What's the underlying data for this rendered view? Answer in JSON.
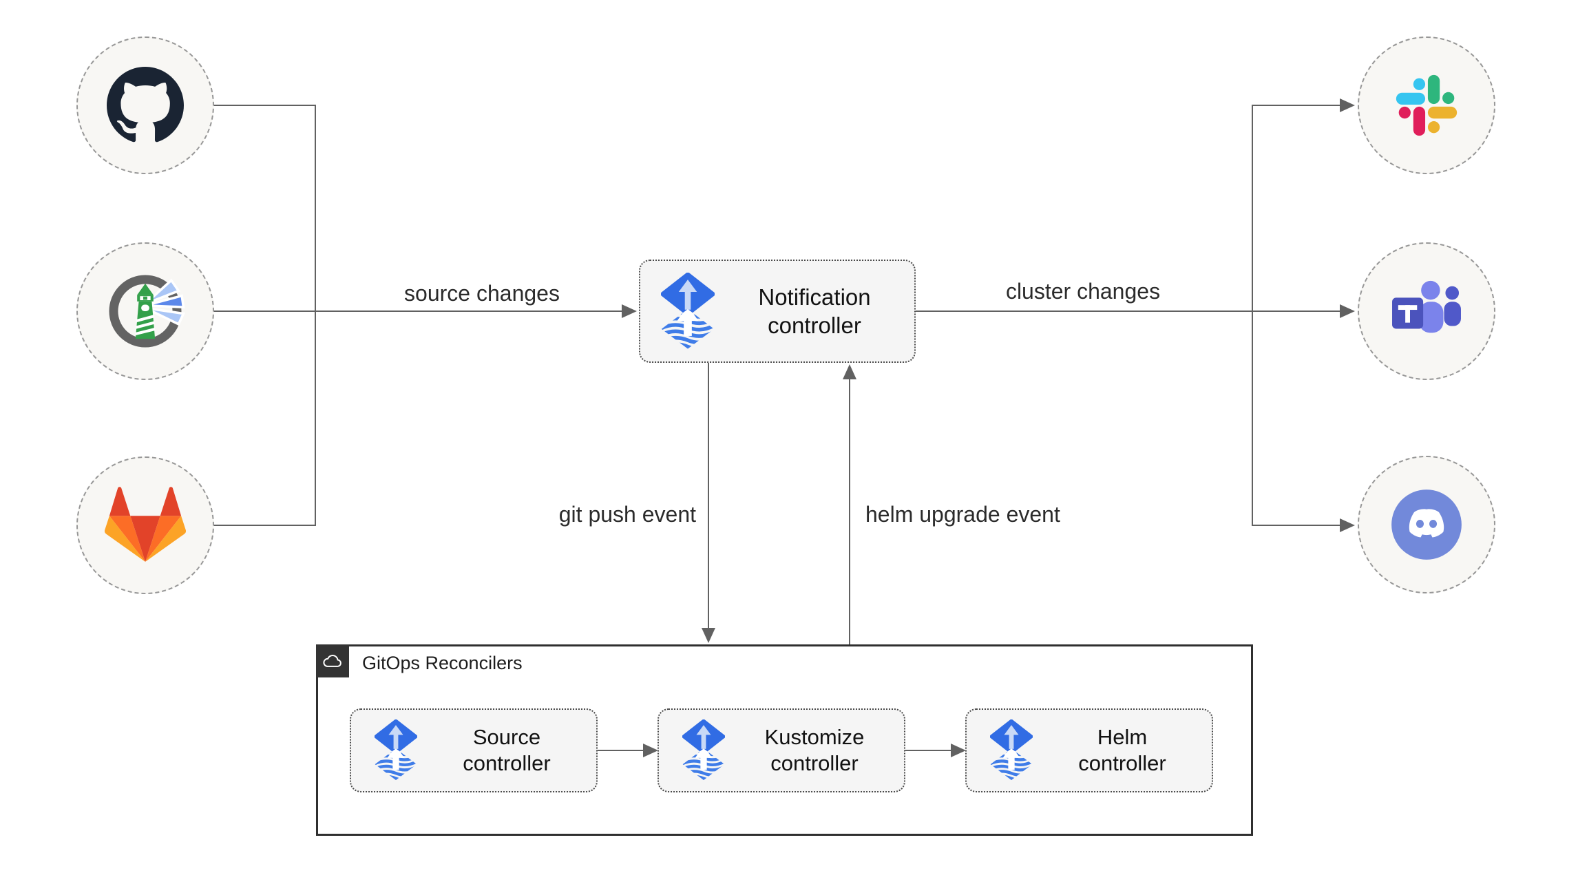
{
  "nodes": {
    "github": {
      "icon": "github-icon",
      "name": "GitHub"
    },
    "harbor": {
      "icon": "harbor-icon",
      "name": "Harbor"
    },
    "gitlab": {
      "icon": "gitlab-icon",
      "name": "GitLab"
    },
    "slack": {
      "icon": "slack-icon",
      "name": "Slack"
    },
    "teams": {
      "icon": "microsoft-teams-icon",
      "name": "Microsoft Teams"
    },
    "discord": {
      "icon": "discord-icon",
      "name": "Discord"
    },
    "notification": {
      "icon": "flux-icon",
      "lines": [
        "Notification",
        "controller"
      ]
    },
    "source": {
      "icon": "flux-icon",
      "lines": [
        "Source",
        "controller"
      ]
    },
    "kustomize": {
      "icon": "flux-icon",
      "lines": [
        "Kustomize",
        "controller"
      ]
    },
    "helm": {
      "icon": "flux-icon",
      "lines": [
        "Helm",
        "controller"
      ]
    }
  },
  "edges": {
    "source_changes": "source changes",
    "cluster_changes": "cluster changes",
    "git_push_event": "git push event",
    "helm_upgrade_event": "helm upgrade event"
  },
  "group": {
    "title": "GitOps Reconcilers",
    "badge_icon": "cloud-icon"
  },
  "colors": {
    "flux_blue": "#316ce4",
    "flux_stripe_blue": "#3f7ce8",
    "flux_arrow_light": "#c9d9f6",
    "line_gray": "#616161",
    "box_fill": "#f5f5f5",
    "circle_fill": "#f8f7f4",
    "circle_border": "#979797",
    "group_border": "#2f2f2f",
    "badge_dark": "#333333",
    "github_dark": "#1a2433",
    "harbor_green": "#33a04a",
    "harbor_beam_light": "#aac6f6",
    "harbor_beam_mid": "#5c88ea",
    "gitlab_red": "#e24329",
    "gitlab_orange": "#fc6d26",
    "gitlab_yellow": "#fca326",
    "slack_blue": "#36C5F0",
    "slack_green": "#2EB67D",
    "slack_yellow": "#ECB22E",
    "slack_red": "#E01E5A",
    "teams_tile": "#4b53bc",
    "teams_person_light": "#7b83eb",
    "teams_person_dark": "#5059c9",
    "discord_blurple": "#7289da"
  }
}
